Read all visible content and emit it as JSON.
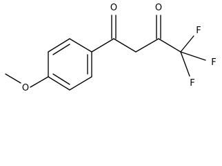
{
  "structure": {
    "atoms": [
      {
        "id": "o_keto_left",
        "symbol": "O"
      },
      {
        "id": "o_keto_right",
        "symbol": "O"
      },
      {
        "id": "f_top",
        "symbol": "F"
      },
      {
        "id": "f_right",
        "symbol": "F"
      },
      {
        "id": "f_bottom",
        "symbol": "F"
      },
      {
        "id": "o_methoxy",
        "symbol": "O"
      }
    ]
  }
}
